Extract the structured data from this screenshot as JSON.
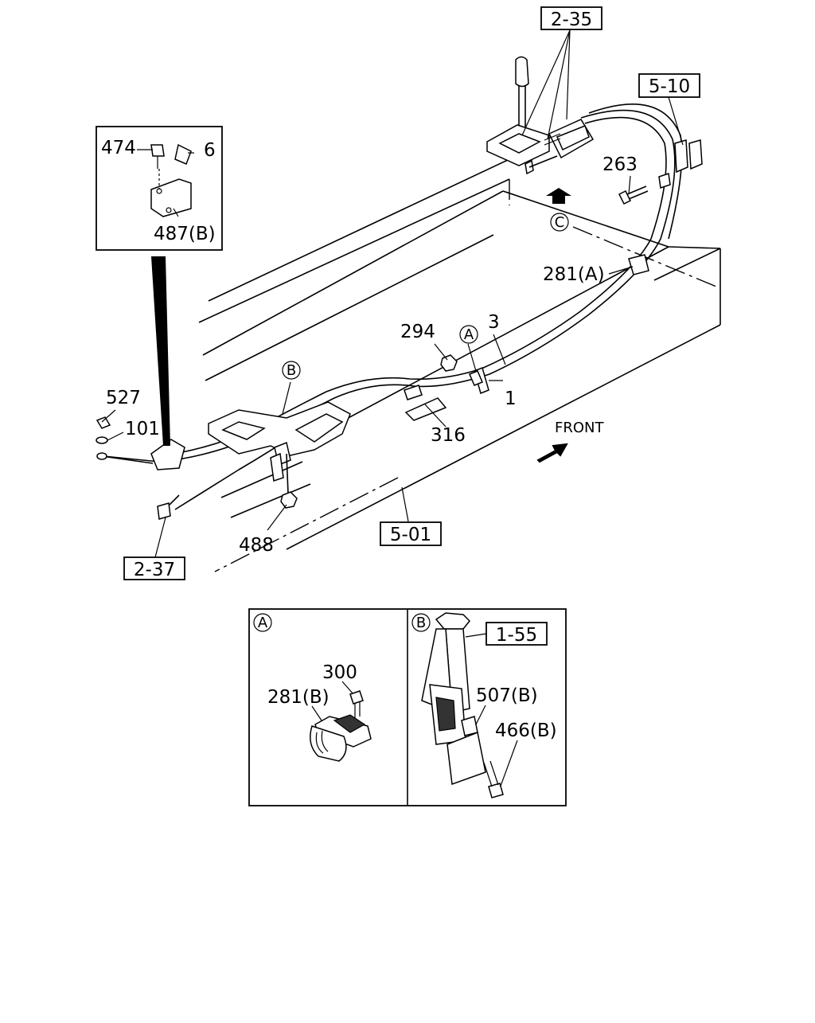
{
  "references": {
    "r2_35": "2-35",
    "r5_10": "5-10",
    "r2_37": "2-37",
    "r5_01": "5-01",
    "r1_55": "1-55"
  },
  "labels": {
    "p474": "474",
    "p6": "6",
    "p487b": "487(B)",
    "p263": "263",
    "p281a": "281(A)",
    "p294": "294",
    "p3": "3",
    "p1": "1",
    "p316": "316",
    "p527": "527",
    "p101": "101",
    "p488": "488",
    "p300": "300",
    "p281b": "281(B)",
    "p507b": "507(B)",
    "p466b": "466(B)",
    "front": "FRONT"
  },
  "callouts": {
    "a": "A",
    "b": "B",
    "c": "C"
  }
}
